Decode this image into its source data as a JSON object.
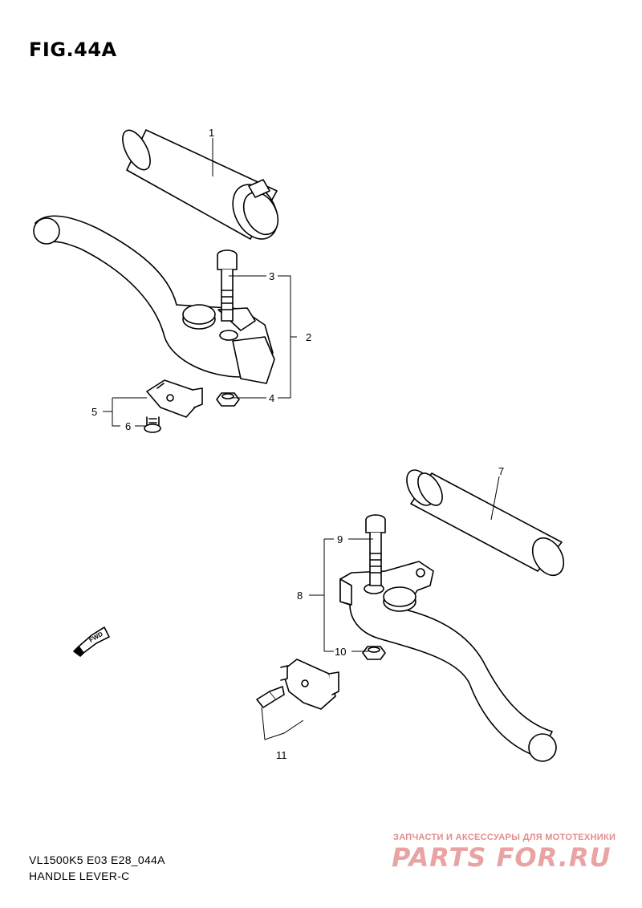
{
  "figure": {
    "title": "FIG.44A"
  },
  "callouts": {
    "p1": "1",
    "p2": "2",
    "p3": "3",
    "p4": "4",
    "p5": "5",
    "p6": "6",
    "p7": "7",
    "p8": "8",
    "p9": "9",
    "p10": "10",
    "p11": "11"
  },
  "fwd_label": "FWD",
  "footer": {
    "model_code": "VL1500K5 E03 E28_044A",
    "section_name": "HANDLE LEVER-C"
  },
  "watermark": {
    "caption": "ЗАПЧАСТИ И АКСЕССУАРЫ ДЛЯ МОТОТЕХНИКИ",
    "logo": "PARTS FOR.RU"
  }
}
